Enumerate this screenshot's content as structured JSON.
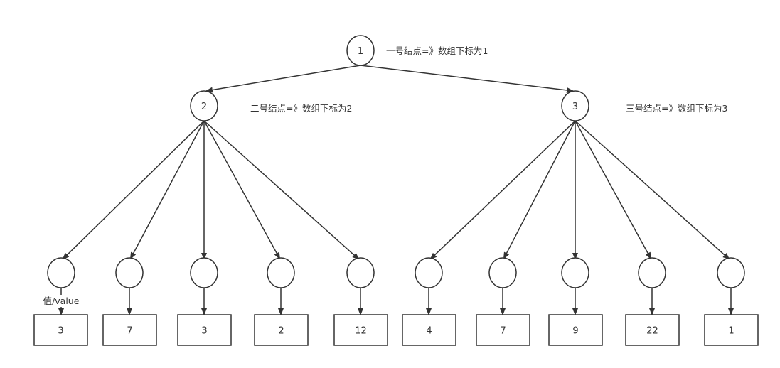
{
  "colors": {
    "stroke": "#333333",
    "background": "#ffffff",
    "text": "#333333"
  },
  "root": {
    "label": "1",
    "annotation": "一号结点=》数组下标为1"
  },
  "children": [
    {
      "label": "2",
      "annotation": "二号结点=》数组下标为2",
      "leaf_values": [
        "3",
        "7",
        "3",
        "2",
        "12"
      ]
    },
    {
      "label": "3",
      "annotation": "三号结点=》数组下标为3",
      "leaf_values": [
        "4",
        "7",
        "9",
        "22",
        "1"
      ]
    }
  ],
  "value_edge_label": "值/value"
}
